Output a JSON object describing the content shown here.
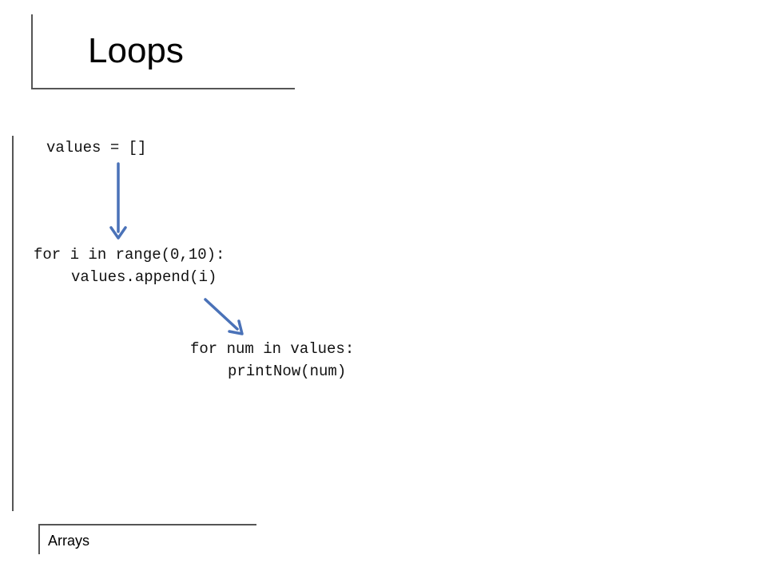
{
  "slide": {
    "title": "Loops",
    "code_blocks": [
      {
        "lines": [
          "values = []"
        ]
      },
      {
        "lines": [
          "for i in range(0,10):",
          "values.append(i)"
        ]
      },
      {
        "lines": [
          "for num in values:",
          "printNow(num)"
        ]
      }
    ],
    "footer": "Arrays"
  },
  "colors": {
    "arrow": "#4a72b8",
    "frame": "#555555",
    "text": "#000000"
  },
  "icons": [
    "arrow-down-icon",
    "arrow-down-right-icon"
  ]
}
